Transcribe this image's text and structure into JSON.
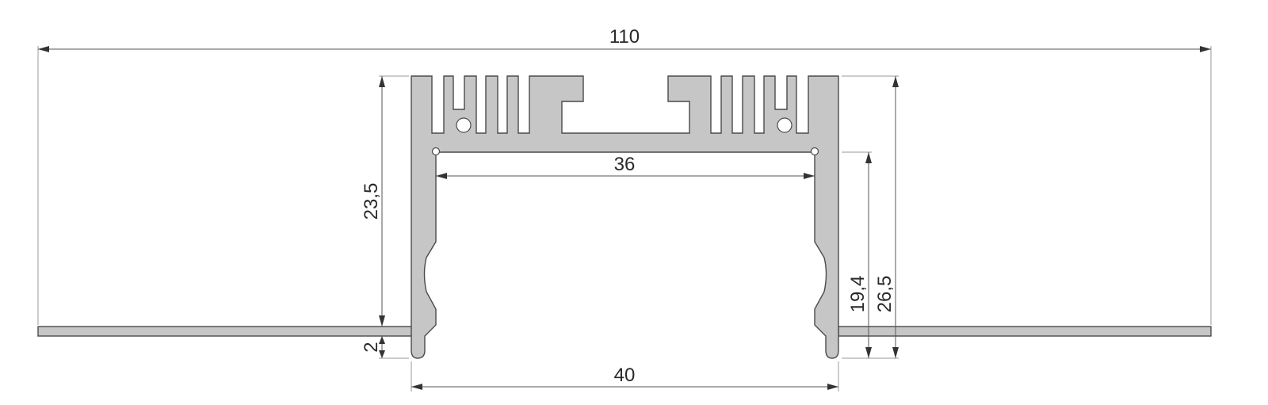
{
  "drawing": {
    "dimensions": {
      "overall_width": "110",
      "inner_width": "36",
      "opening_width": "40",
      "body_height": "23,5",
      "flange_offset": "2",
      "inner_height": "19,4",
      "total_height": "26,5"
    },
    "colors": {
      "profile_fill": "#c6c6c6",
      "outline": "#4a4a4a",
      "dimension_line": "#555555"
    }
  }
}
